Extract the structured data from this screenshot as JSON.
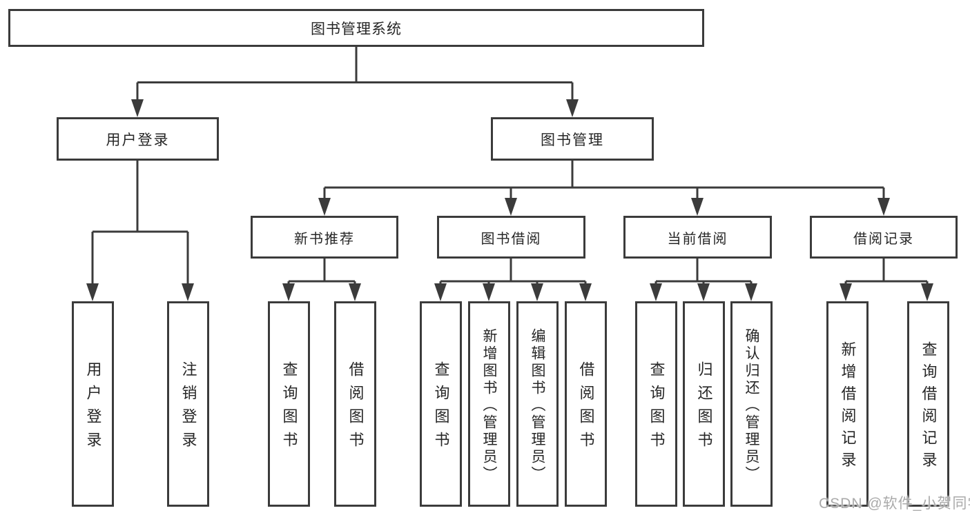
{
  "colors": {
    "line": "#3b3b3b",
    "box_border": "#3b3b3b",
    "box_fill": "#ffffff",
    "text": "#262626",
    "watermark": "#aaaaaa"
  },
  "diagram": {
    "root": {
      "label": "图书管理系统"
    },
    "level2": [
      {
        "label": "用户登录"
      },
      {
        "label": "图书管理"
      }
    ],
    "level3": [
      {
        "label": "新书推荐",
        "parent": "图书管理"
      },
      {
        "label": "图书借阅",
        "parent": "图书管理"
      },
      {
        "label": "当前借阅",
        "parent": "图书管理"
      },
      {
        "label": "借阅记录",
        "parent": "图书管理"
      }
    ],
    "leaves": [
      {
        "label": "用户登录",
        "parent": "用户登录"
      },
      {
        "label": "注销登录",
        "parent": "用户登录"
      },
      {
        "label": "查询图书",
        "parent": "新书推荐"
      },
      {
        "label": "借阅图书",
        "parent": "新书推荐"
      },
      {
        "label": "查询图书",
        "parent": "图书借阅"
      },
      {
        "label": "新增图书（管理员）",
        "parent": "图书借阅"
      },
      {
        "label": "编辑图书（管理员）",
        "parent": "图书借阅"
      },
      {
        "label": "借阅图书",
        "parent": "图书借阅"
      },
      {
        "label": "查询图书",
        "parent": "当前借阅"
      },
      {
        "label": "归还图书",
        "parent": "当前借阅"
      },
      {
        "label": "确认归还（管理员）",
        "parent": "当前借阅"
      },
      {
        "label": "新增借阅记录",
        "parent": "借阅记录"
      },
      {
        "label": "查询借阅记录",
        "parent": "借阅记录"
      }
    ]
  },
  "watermark": {
    "text": "CSDN @软件_小贺同学"
  }
}
